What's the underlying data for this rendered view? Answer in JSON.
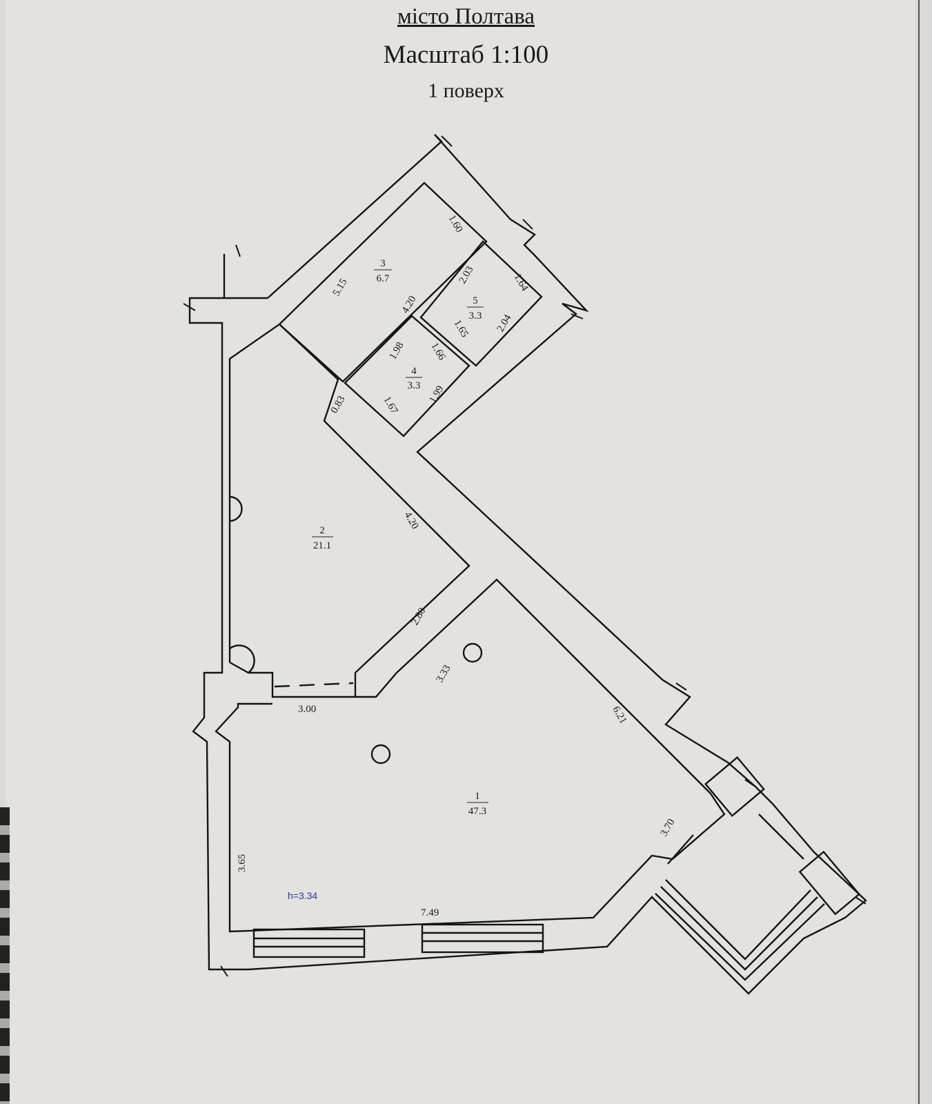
{
  "header": {
    "city": "місто Полтава",
    "scale": "Масштаб 1:100",
    "floor": "1 поверх"
  },
  "rooms": [
    {
      "number": "1",
      "area": "47.3"
    },
    {
      "number": "2",
      "area": "21.1"
    },
    {
      "number": "3",
      "area": "6.7"
    },
    {
      "number": "4",
      "area": "3.3"
    },
    {
      "number": "5",
      "area": "3.3"
    }
  ],
  "dimensions": {
    "d515": "5.15",
    "d160": "1.60",
    "d420a": "4.20",
    "d203": "2.03",
    "d164": "1.64",
    "d204": "2.04",
    "d165": "1.65",
    "d198": "1.98",
    "d166": "1.66",
    "d083": "0.83",
    "d167": "1.67",
    "d199": "1.99",
    "d420b": "4.20",
    "d280": "2.80",
    "d333": "3.33",
    "d300": "3.00",
    "d621": "6.21",
    "d370": "3.70",
    "d365": "3.65",
    "d749": "7.49"
  },
  "ceiling_height": "h=3.34"
}
